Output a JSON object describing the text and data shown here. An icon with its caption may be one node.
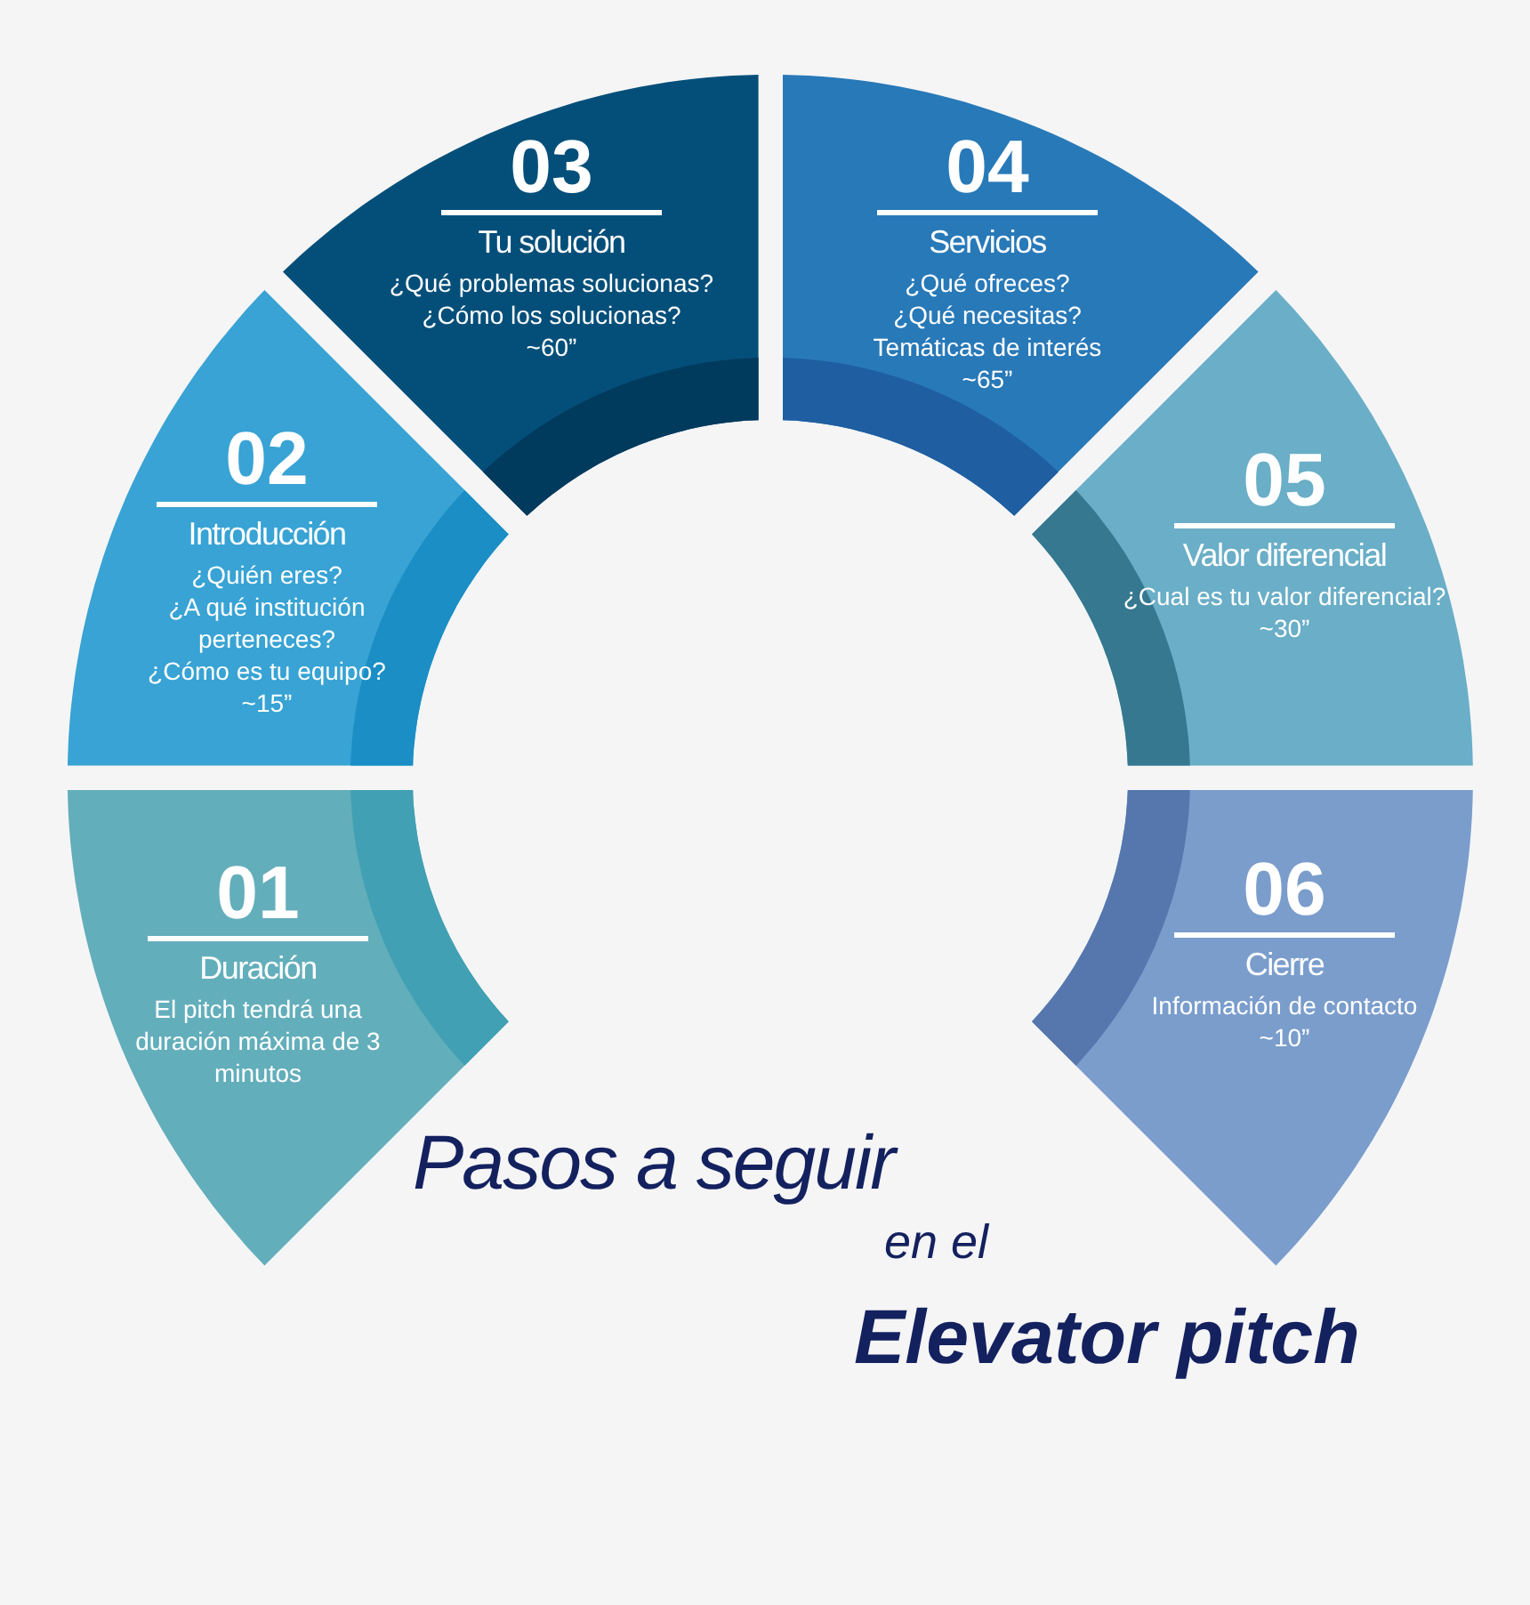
{
  "diagram": {
    "title": "Pasos a seguir",
    "nodes": [
      {
        "text": [
          "01",
          "Duración",
          "El pitch tendrá una duración máxima de 3 minutos"
        ]
      },
      {
        "text": [
          "02",
          "Introducción",
          "¿Quién eres?",
          "¿A qué institución perteneces?",
          "¿Cómo es tu equipo?",
          "~15”"
        ]
      },
      {
        "text": [
          "03",
          "Tu solución",
          "¿Qué problemas solucionas?",
          "¿Cómo los solucionas?",
          "~60”"
        ]
      },
      {
        "text": [
          "04",
          "Servicios",
          "¿Qué ofreces?",
          "¿Qué necesitas?",
          "Temáticas de interés",
          "~65”"
        ]
      },
      {
        "text": [
          "05",
          "Valor diferencial",
          "¿Cual es tu valor diferencial?",
          "~30”"
        ]
      },
      {
        "text": [
          "06",
          "Cierre",
          "Información de contacto",
          "~10”"
        ]
      }
    ],
    "labels": [
      "en el",
      "Elevator pitch"
    ]
  }
}
